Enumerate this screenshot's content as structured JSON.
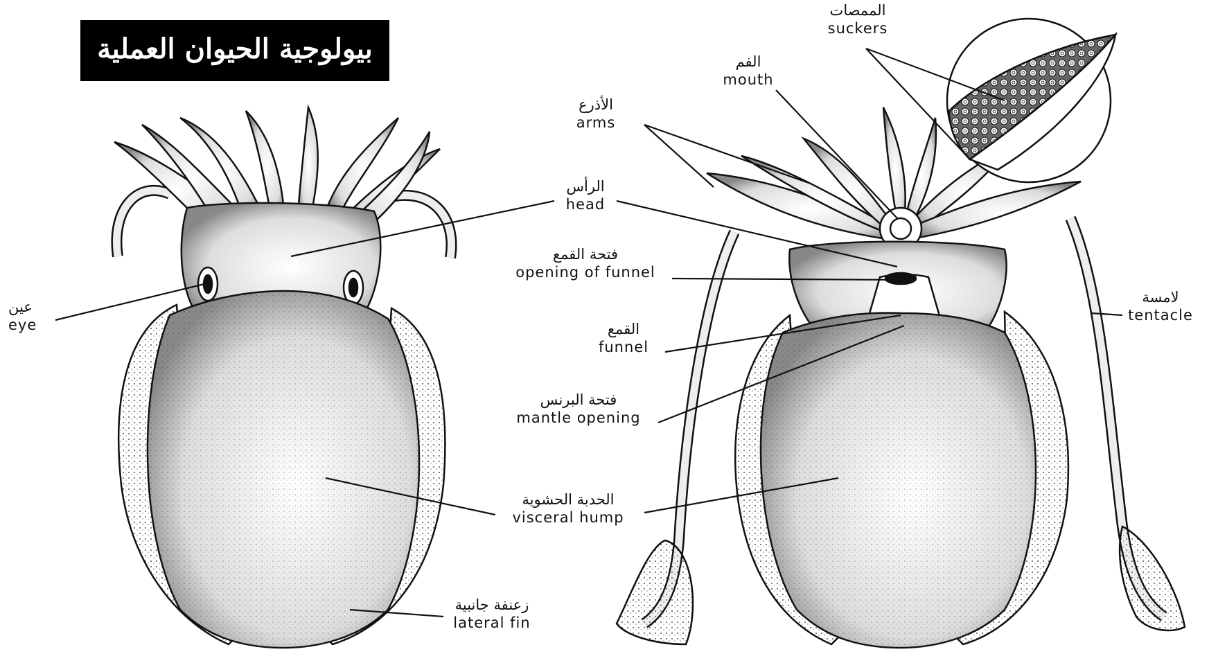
{
  "title": "بيولوجية الحيوان العملية",
  "labels": {
    "suckers": {
      "ar": "الممصات",
      "en": "suckers"
    },
    "mouth": {
      "ar": "الفم",
      "en": "mouth"
    },
    "arms": {
      "ar": "الأذرع",
      "en": "arms"
    },
    "head": {
      "ar": "الرأس",
      "en": "head"
    },
    "opening_of_funnel": {
      "ar": "فتحة القمع",
      "en": "opening of funnel"
    },
    "funnel": {
      "ar": "القمع",
      "en": "funnel"
    },
    "mantle_opening": {
      "ar": "فتحة البرنس",
      "en": "mantle opening"
    },
    "visceral_hump": {
      "ar": "الحدبة الحشوية",
      "en": "visceral hump"
    },
    "lateral_fin": {
      "ar": "زعنفة جانبية",
      "en": "lateral fin"
    },
    "eye": {
      "ar": "عين",
      "en": "eye"
    },
    "tentacle": {
      "ar": "لامسة",
      "en": "tentacle"
    }
  },
  "colors": {
    "ink": "#111111",
    "paper": "#ffffff",
    "title_bg": "#000000"
  }
}
